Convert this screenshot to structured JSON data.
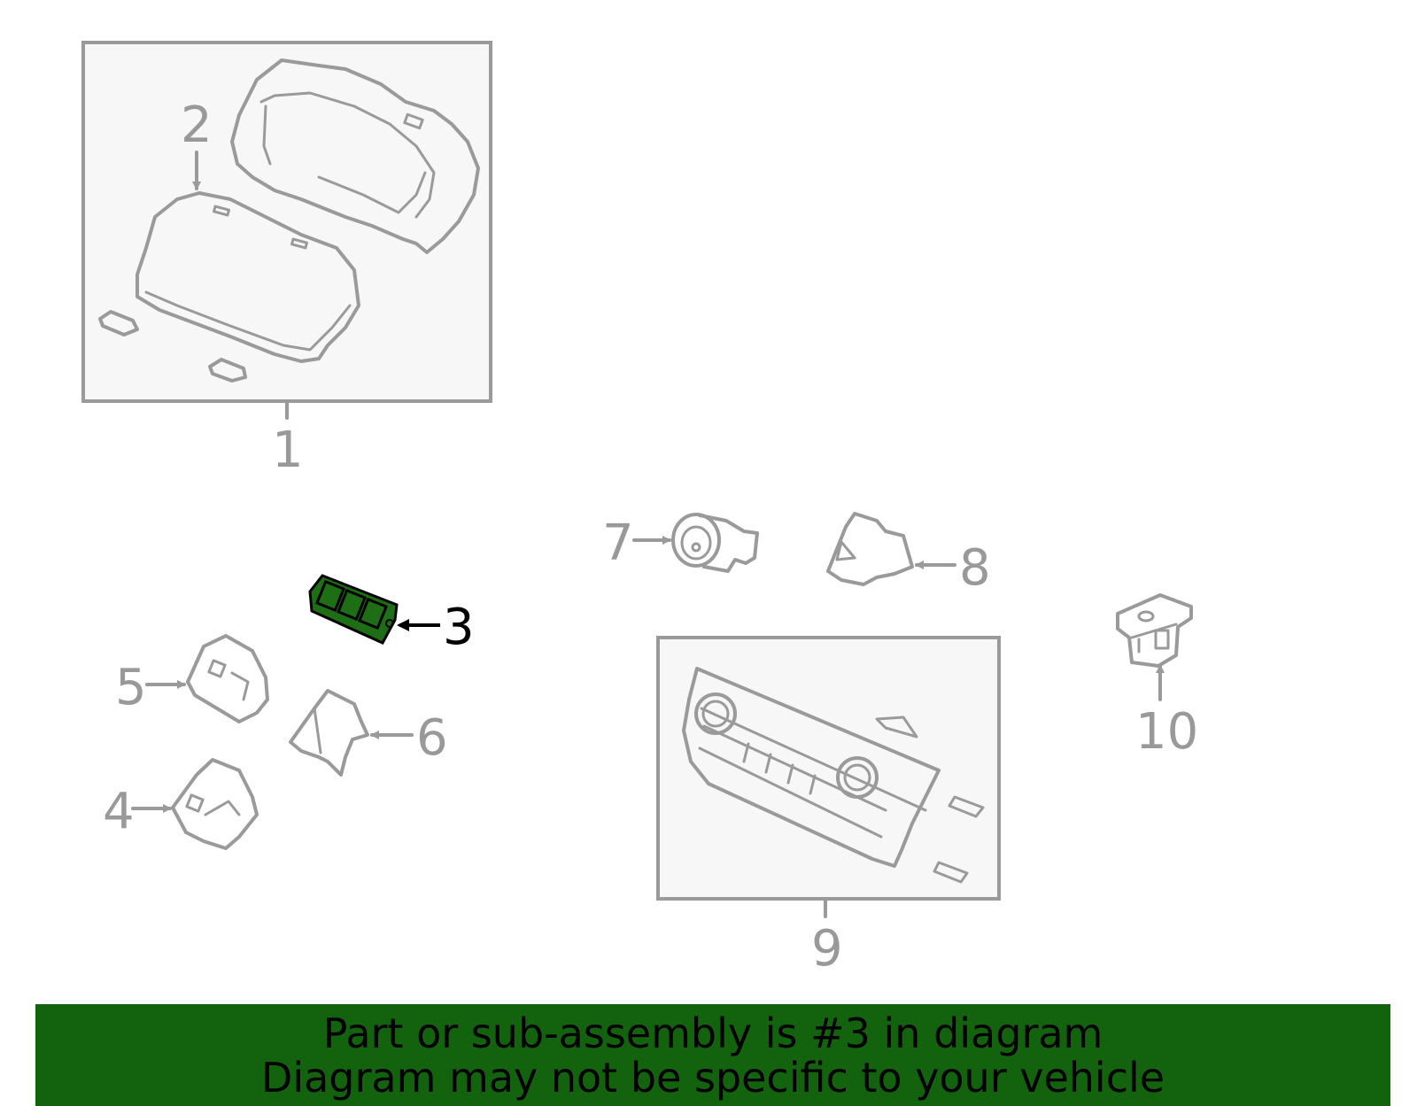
{
  "callouts": {
    "c1": "1",
    "c2": "2",
    "c3": "3",
    "c4": "4",
    "c5": "5",
    "c6": "6",
    "c7": "7",
    "c8": "8",
    "c9": "9",
    "c10": "10"
  },
  "highlighted_part": "3",
  "colors": {
    "highlight_fill": "#1e6e16",
    "banner_background": "#12620e",
    "line_gray": "#9a9a9a",
    "box_fill": "#f7f7f7"
  },
  "banner": {
    "line1": "Part or sub-assembly is #3 in diagram",
    "line2": "Diagram may not be specific to your vehicle"
  }
}
